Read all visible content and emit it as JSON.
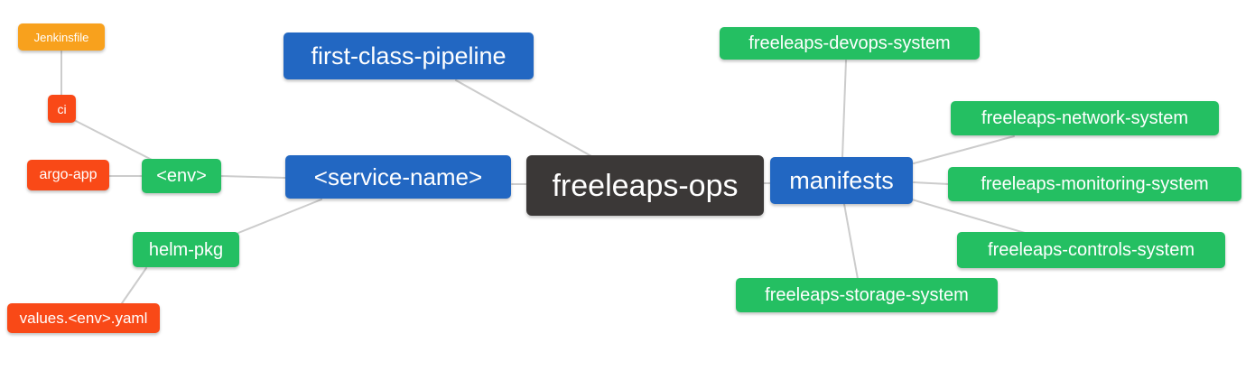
{
  "diagram": {
    "type": "mindmap",
    "palette": {
      "blue": "#2267c2",
      "green": "#24bf62",
      "red": "#f94917",
      "orange": "#f8a11d",
      "dark": "#3b3837",
      "edge": "#cccccc",
      "text": "#ffffff",
      "background": "#ffffff"
    },
    "nodes": {
      "root": {
        "label": "freeleaps-ops",
        "color": "dark"
      },
      "first_class_pipeline": {
        "label": "first-class-pipeline",
        "color": "blue"
      },
      "service_name": {
        "label": "<service-name>",
        "color": "blue"
      },
      "manifests": {
        "label": "manifests",
        "color": "blue"
      },
      "env": {
        "label": "<env>",
        "color": "green"
      },
      "helm_pkg": {
        "label": "helm-pkg",
        "color": "green"
      },
      "ci": {
        "label": "ci",
        "color": "red"
      },
      "argo_app": {
        "label": "argo-app",
        "color": "red"
      },
      "values_env_yaml": {
        "label": "values.<env>.yaml",
        "color": "red"
      },
      "jenkinsfile": {
        "label": "Jenkinsfile",
        "color": "orange"
      },
      "devops_system": {
        "label": "freeleaps-devops-system",
        "color": "green"
      },
      "network_system": {
        "label": "freeleaps-network-system",
        "color": "green"
      },
      "monitoring_system": {
        "label": "freeleaps-monitoring-system",
        "color": "green"
      },
      "controls_system": {
        "label": "freeleaps-controls-system",
        "color": "green"
      },
      "storage_system": {
        "label": "freeleaps-storage-system",
        "color": "green"
      }
    },
    "edges": [
      {
        "from": "jenkinsfile",
        "to": "ci"
      },
      {
        "from": "ci",
        "to": "env"
      },
      {
        "from": "argo_app",
        "to": "env"
      },
      {
        "from": "env",
        "to": "service_name"
      },
      {
        "from": "helm_pkg",
        "to": "service_name"
      },
      {
        "from": "values_env_yaml",
        "to": "helm_pkg"
      },
      {
        "from": "service_name",
        "to": "root"
      },
      {
        "from": "first_class_pipeline",
        "to": "root"
      },
      {
        "from": "root",
        "to": "manifests"
      },
      {
        "from": "manifests",
        "to": "devops_system"
      },
      {
        "from": "manifests",
        "to": "network_system"
      },
      {
        "from": "manifests",
        "to": "monitoring_system"
      },
      {
        "from": "manifests",
        "to": "controls_system"
      },
      {
        "from": "manifests",
        "to": "storage_system"
      }
    ]
  }
}
